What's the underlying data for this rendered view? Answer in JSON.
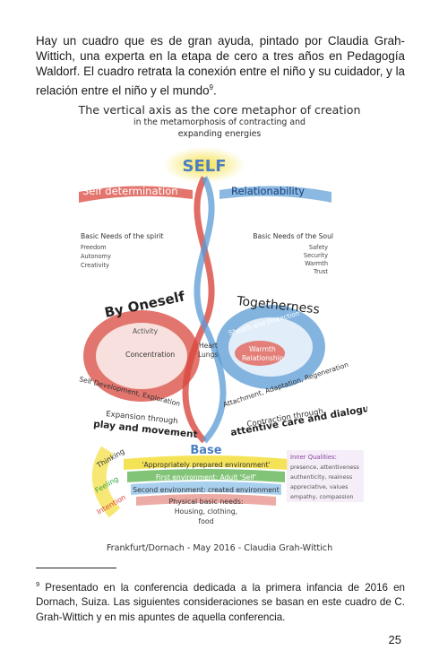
{
  "intro": {
    "text": "Hay un cuadro que es de gran ayuda, pintado por Claudia Grah-Wittich, una experta en la etapa de cero a tres años en Pedagogía Waldorf. El cuadro retrata la conexión entre el niño y su cuidador, y la relación entre el niño y el mundo",
    "footnote_ref": "9"
  },
  "figure": {
    "title": "The vertical axis as the core metaphor of creation",
    "subtitle_line1": "in the metamorphosis of contracting and",
    "subtitle_line2": "expanding energies",
    "self": "SELF",
    "self_determination": "Self determination",
    "relationability": "Relationability",
    "spirit_title": "Basic Needs of the spirit",
    "spirit_items": [
      "Freedom",
      "Autonomy",
      "Creativity"
    ],
    "soul_title": "Basic Needs of the Soul",
    "soul_items": [
      "Safety",
      "Security",
      "Warmth",
      "Trust"
    ],
    "by_oneself": "By Oneself",
    "togetherness": "Togetherness",
    "activity": "Activity",
    "concentration": "Concentration",
    "heart": "Heart",
    "lungs": "Lungs",
    "sheath": "Sheath and Protection",
    "warmth": "Warmth",
    "relationship": "Relationship",
    "self_development": "Self Development, Exploration",
    "attachment": "Attachment, Adaptation, Regeneration",
    "expansion": "Expansion through",
    "play": "play and movement",
    "contraction": "Contraction through",
    "attentive": "attentive care and dialogue",
    "base": "Base",
    "thinking": "Thinking",
    "feeling": "Feeling",
    "intention": "Intention",
    "env1": "'Appropriately prepared environment'",
    "env2": "First environment: Adult 'Self'",
    "env3": "Second environment: created environment",
    "physical_title": "Physical basic needs:",
    "physical_1": "Housing, clothing,",
    "physical_2": "food",
    "inner_title": "Inner Qualities:",
    "inner_lines": [
      "presence, attentiveness",
      "authenticity, realness",
      "appreciative, values",
      "empathy, compassion"
    ]
  },
  "credit": "Frankfurt/Dornach - May 2016 - Claudia Grah-Wittich",
  "footnote": {
    "number": "9",
    "text": "Presentado en la conferencia dedicada a la primera infancia de 2016 en Dornach, Suiza. Las siguientes consideraciones se basan en este cuadro de C. Grah-Wittich y en mis apuntes de aquella conferencia."
  },
  "page_number": "25",
  "colors": {
    "red": "#d9473e",
    "blue": "#5a9bd5",
    "yellow": "#f3de3a",
    "green": "#3aa33a",
    "purple": "#8a3f9e"
  }
}
